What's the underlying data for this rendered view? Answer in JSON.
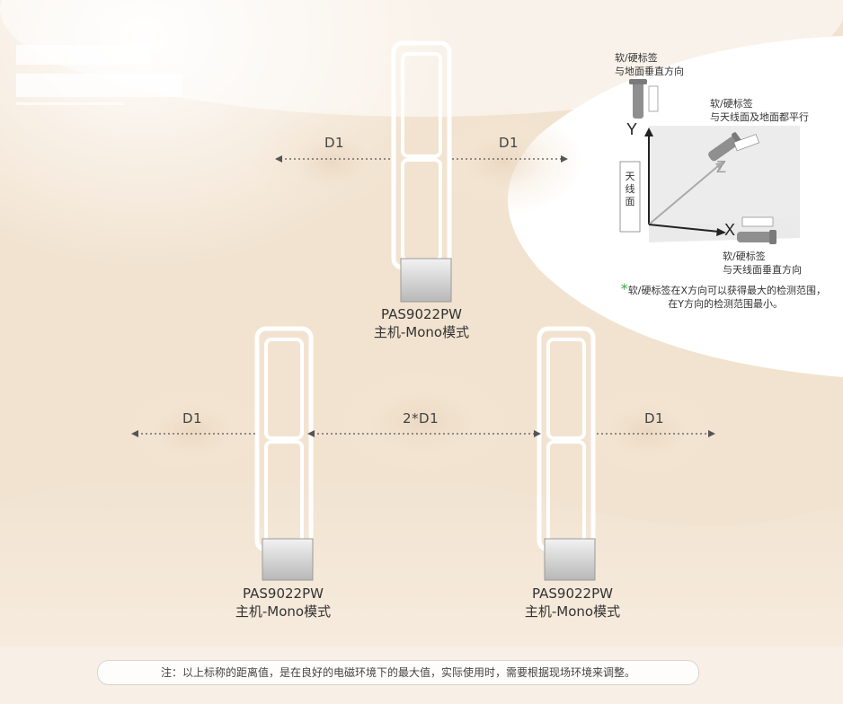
{
  "diagram": {
    "distances": {
      "top_left": "D1",
      "top_right": "D1",
      "bottom_left": "D1",
      "bottom_middle": "2*D1",
      "bottom_right": "D1"
    },
    "antennas": [
      {
        "model": "PAS9022PW",
        "mode": "主机-Mono模式"
      },
      {
        "model": "PAS9022PW",
        "mode": "主机-Mono模式"
      },
      {
        "model": "PAS9022PW",
        "mode": "主机-Mono模式"
      }
    ],
    "inset": {
      "y_tag_label_line1": "软/硬标签",
      "y_tag_label_line2": "与地面垂直方向",
      "z_tag_label_line1": "软/硬标签",
      "z_tag_label_line2": "与天线面及地面都平行",
      "x_tag_label_line1": "软/硬标签",
      "x_tag_label_line2": "与天线面垂直方向",
      "axis_y": "Y",
      "axis_z": "Z",
      "axis_x": "X",
      "antenna_face_1": "天",
      "antenna_face_2": "线",
      "antenna_face_3": "面",
      "star": "*",
      "note_line1": "软/硬标签在X方向可以获得最大的检测范围，",
      "note_line2": "在Y方向的检测范围最小。"
    },
    "footer_note": "注：以上标称的距离值，是在良好的电磁环境下的最大值，实际使用时，需要根据现场环境来调整。"
  }
}
